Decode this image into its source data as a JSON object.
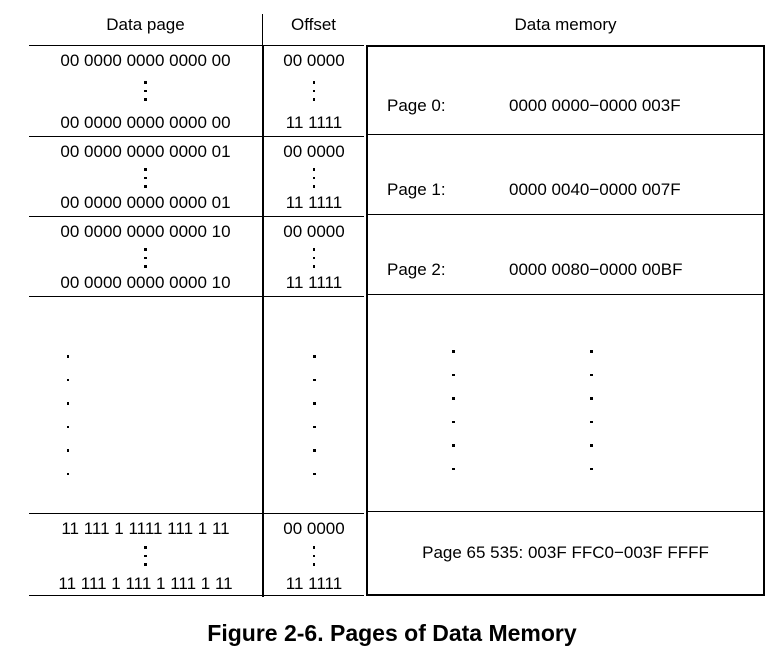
{
  "figure": {
    "caption": "Figure 2-6. Pages of Data Memory",
    "headers": {
      "data_page": "Data page",
      "offset": "Offset",
      "data_memory": "Data memory"
    },
    "rows": [
      {
        "page_top": "00 0000 0000 0000 00",
        "page_bottom": "00 0000 0000 0000 00",
        "offset_top": "00 0000",
        "offset_bottom": "11 1111",
        "mem_label": "Page 0:",
        "mem_range": "0000 0000−0000 003F"
      },
      {
        "page_top": "00 0000 0000 0000 01",
        "page_bottom": "00 0000 0000 0000 01",
        "offset_top": "00 0000",
        "offset_bottom": "11 1111",
        "mem_label": "Page 1:",
        "mem_range": "0000 0040−0000 007F"
      },
      {
        "page_top": "00 0000 0000 0000 10",
        "page_bottom": "00 0000 0000 0000 10",
        "offset_top": "00 0000",
        "offset_bottom": "11 1111",
        "mem_label": "Page 2:",
        "mem_range": "0000 0080−0000 00BF"
      },
      {
        "page_top": "11 111 1 1111 111 1 11",
        "page_bottom": "11 111 1 111 1 111 1 11",
        "offset_top": "00 0000",
        "offset_bottom": "11 1111",
        "mem_label": "Page 65 535:",
        "mem_range": "003F FFC0−003F FFFF",
        "mem_centered_text": "Page 65 535: 003F FFC0−003F FFFF"
      }
    ],
    "ellipsis": {
      "glyph": "⋮",
      "dot_count_cell": 3,
      "dot_count_gap": 6
    },
    "colors": {
      "ink": "#000000",
      "paper": "#ffffff"
    }
  }
}
